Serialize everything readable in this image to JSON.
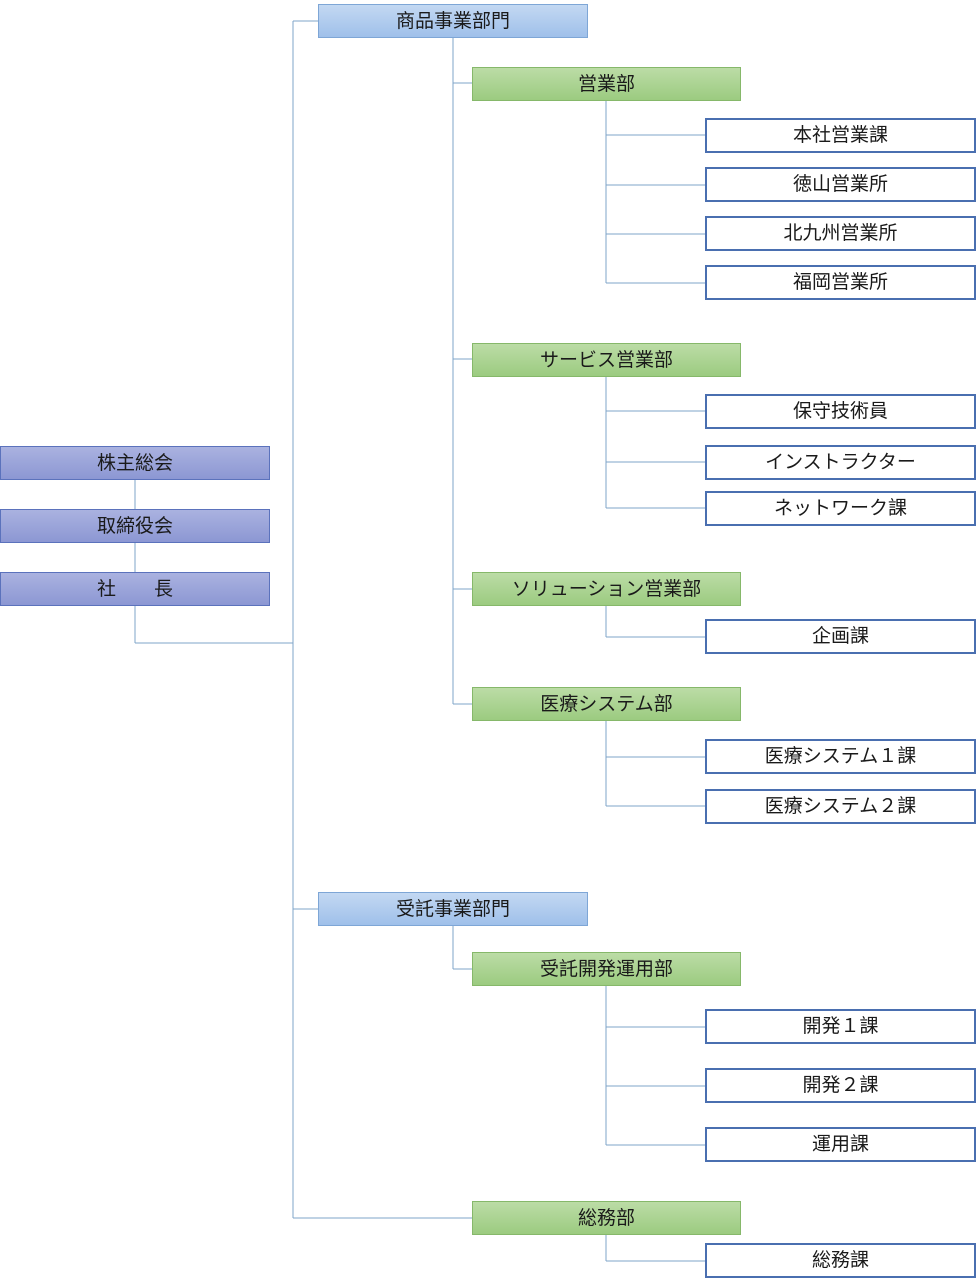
{
  "executive": {
    "shareholders": "株主総会",
    "board": "取締役会",
    "president": "社　　長"
  },
  "divisions": [
    {
      "name": "商品事業部門",
      "departments": [
        {
          "name": "営業部",
          "sections": [
            "本社営業課",
            "徳山営業所",
            "北九州営業所",
            "福岡営業所"
          ]
        },
        {
          "name": "サービス営業部",
          "sections": [
            "保守技術員",
            "インストラクター",
            "ネットワーク課"
          ]
        },
        {
          "name": "ソリューション営業部",
          "sections": [
            "企画課"
          ]
        },
        {
          "name": "医療システム部",
          "sections": [
            "医療システム１課",
            "医療システム２課"
          ]
        }
      ]
    },
    {
      "name": "受託事業部門",
      "departments": [
        {
          "name": "受託開発運用部",
          "sections": [
            "開発１課",
            "開発２課",
            "運用課"
          ]
        }
      ]
    }
  ],
  "general_affairs": {
    "name": "総務部",
    "sections": [
      "総務課"
    ]
  },
  "colors": {
    "executive_fill": "#8c97d3",
    "division_fill": "#9fc0ea",
    "department_fill": "#9ccb80",
    "section_border": "#4a6fb0",
    "connector": "#7fa4c8"
  }
}
